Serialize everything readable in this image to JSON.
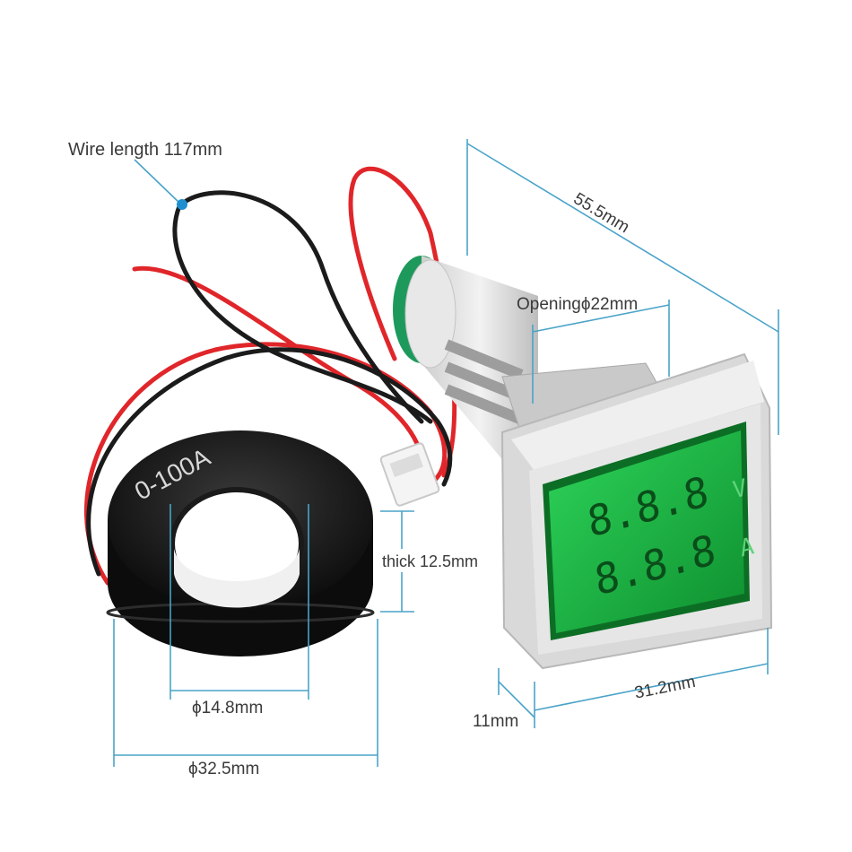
{
  "labels": {
    "wire_length": "Wire length 117mm",
    "length_55": "55.5mm",
    "opening": "Openingϕ22mm",
    "thick": "thick 12.5mm",
    "inner_dia": "ϕ14.8mm",
    "outer_dia": "ϕ32.5mm",
    "width_31": "31.2mm",
    "depth_11": "11mm"
  },
  "ring_marking": "0-100A",
  "display": {
    "row1_digits": "8.8.8",
    "row2_digits": "8.8.8",
    "unit_volt": "V",
    "unit_amp": "A"
  },
  "colors": {
    "dimension_line": "#4aa3c8",
    "display_green": "#1fae3c",
    "wire_red": "#e0262a",
    "wire_black": "#1b1b1b",
    "ring_black": "#151515",
    "bezel_grey": "#e6e6e6"
  }
}
